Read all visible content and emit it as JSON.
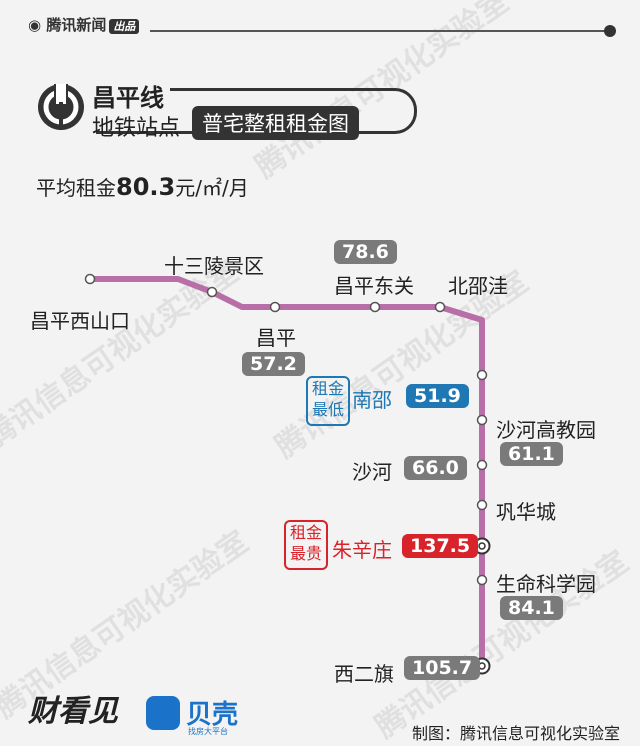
{
  "header": {
    "brand_name": "腾讯新闻",
    "brand_badge": "出品"
  },
  "title": {
    "line_name": "昌平线",
    "subtitle_left": "地铁站点",
    "subtitle_right": "普宅整租租金图"
  },
  "average": {
    "prefix": "平均租金",
    "value": "80.3",
    "unit": "元/㎡/月"
  },
  "stations": {
    "changping_xishankou": "昌平西山口",
    "shisanling": "十三陵景区",
    "changping": "昌平",
    "changping_dongguan": "昌平东关",
    "beishaowa": "北邵洼",
    "nanshao": "南邵",
    "shahe_gaojiaoyuan": "沙河高教园",
    "shahe": "沙河",
    "gonghuacheng": "巩华城",
    "zhuxinzhuang": "朱辛庄",
    "shengming_kexueyuan": "生命科学园",
    "xierqi": "西二旗"
  },
  "prices": {
    "changping": "57.2",
    "changping_dongguan": "78.6",
    "nanshao": "51.9",
    "shahe_gaojiaoyuan": "61.1",
    "shahe": "66.0",
    "zhuxinzhuang": "137.5",
    "shengming_kexueyuan": "84.1",
    "xierqi": "105.7"
  },
  "tags": {
    "lowest_line1": "租金",
    "lowest_line2": "最低",
    "highest_line1": "租金",
    "highest_line2": "最贵"
  },
  "footer": {
    "logo_left": "财看见",
    "logo_right": "贝壳",
    "logo_right_sub": "找房大平台",
    "credit": "制图：腾讯信息可视化实验室"
  },
  "watermark_text": "腾讯信息可视化实验室",
  "colors": {
    "line": "#b86fa8",
    "lowest": "#1f77b4",
    "highest": "#d8232a",
    "normal_price": "#7a7a7a"
  }
}
